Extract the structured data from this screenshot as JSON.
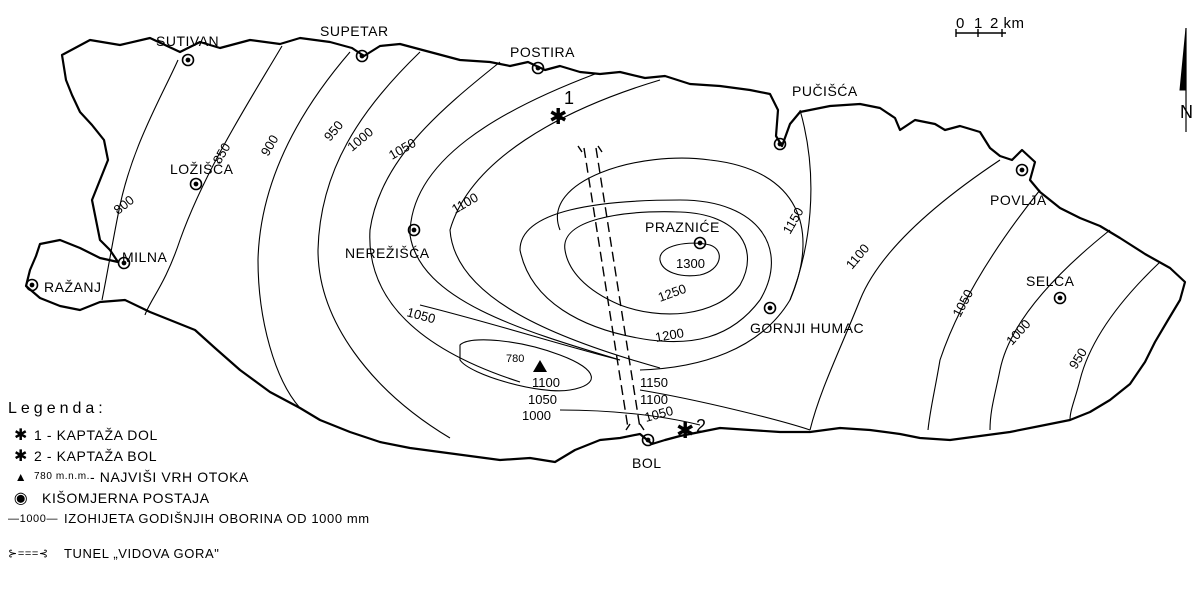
{
  "places": {
    "sutivan": "SUTIVAN",
    "supetar": "SUPETAR",
    "postira": "POSTIRA",
    "pucisca": "PUČIŠĆA",
    "lozisca": "LOŽIŠĆA",
    "nerezisca": "NEREŽIŠĆA",
    "praznice": "PRAZNIĆE",
    "povlja": "POVLJA",
    "milna": "MILNA",
    "razanj": "RAŽANJ",
    "selca": "SELCA",
    "gornji_humac": "GORNJI HUMAC",
    "bol": "BOL"
  },
  "isohyet_labels": {
    "l800": "800",
    "l850": "850",
    "l900": "900",
    "l950": "950",
    "l1000": "1000",
    "l1050": "1050",
    "l1100": "1100",
    "l1150": "1150",
    "l1200": "1200",
    "l1250": "1250",
    "l1300": "1300",
    "l1050s": "1050",
    "l1150e": "1150",
    "l1100e": "1100",
    "l1050e": "1050",
    "l1000e": "1000",
    "l950e": "950",
    "l1150s": "1150",
    "l1100s": "1100",
    "l1050b": "1050",
    "l1100p": "1100",
    "l1050p": "1050",
    "l1000p": "1000"
  },
  "markers": {
    "kaptaza1": "1",
    "kaptaza2": "2",
    "peak": "780"
  },
  "scale": {
    "t0": "0",
    "t1": "1",
    "t2": "2 km"
  },
  "north": "N",
  "legend": {
    "title": "Legenda:",
    "kaptaza_dol": "1 - KAPTAŽA  DOL",
    "kaptaza_bol": "2 - KAPTAŽA  BOL",
    "peak_prefix": "780 m.n.m.",
    "peak_text": " - NAJVIŠI  VRH  OTOKA",
    "station": "KIŠOMJERNA  POSTAJA",
    "isohyet_sample": "—1000—",
    "isohyet": "IZOHIJETA  GODIŠNJIH  OBORINA  OD  1000 mm",
    "tunnel": "TUNEL  „VIDOVA  GORA\""
  }
}
